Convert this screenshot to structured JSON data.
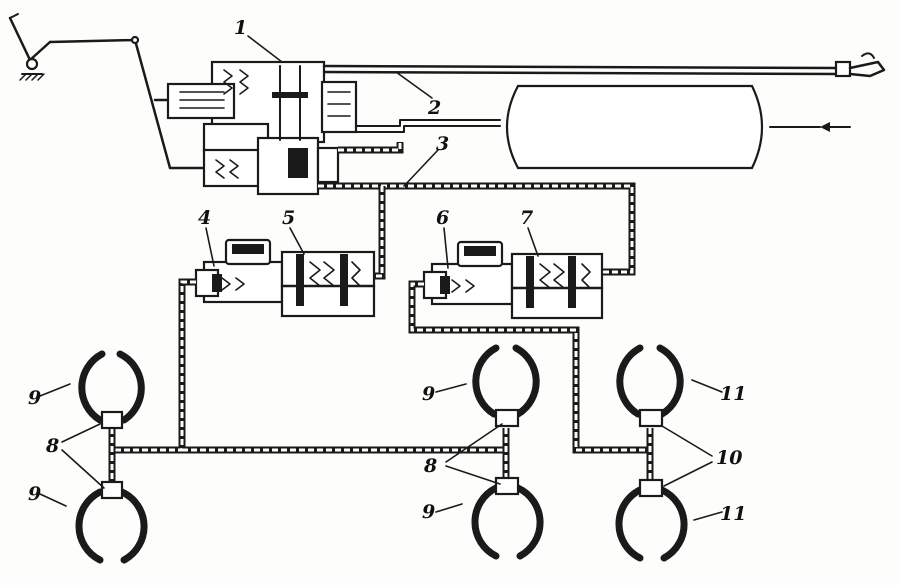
{
  "labels": {
    "l1": "1",
    "l2": "2",
    "l3": "3",
    "l4": "4",
    "l5": "5",
    "l6": "6",
    "l7": "7",
    "l8_left": "8",
    "l8_mid": "8",
    "l9_left_top": "9",
    "l9_left_bottom": "9",
    "l9_mid_top": "9",
    "l9_mid_bottom": "9",
    "l10": "10",
    "l11_top": "11",
    "l11_bottom": "11"
  }
}
